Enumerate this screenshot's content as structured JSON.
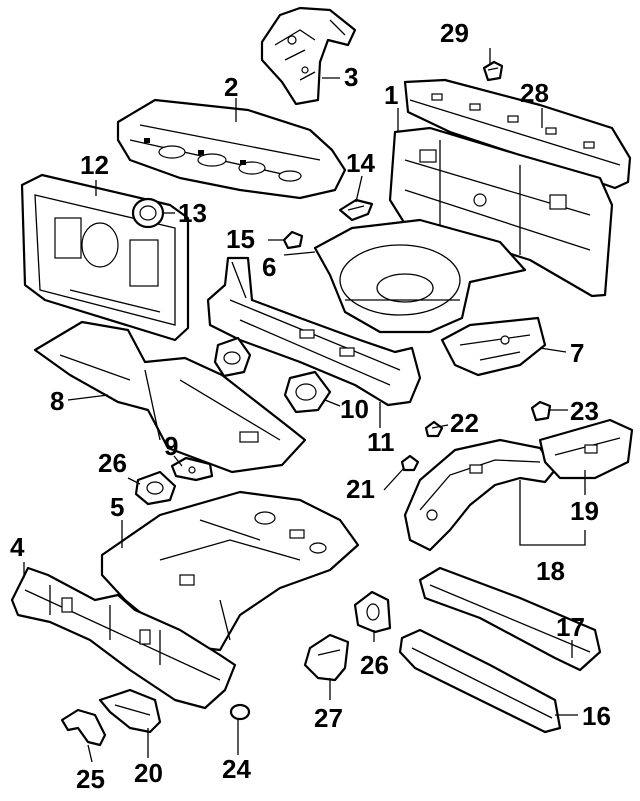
{
  "callouts": {
    "c1": "1",
    "c2": "2",
    "c3": "3",
    "c4": "4",
    "c5": "5",
    "c6": "6",
    "c7": "7",
    "c8": "8",
    "c9": "9",
    "c10": "10",
    "c11": "11",
    "c12": "12",
    "c13": "13",
    "c14": "14",
    "c15": "15",
    "c16": "16",
    "c17": "17",
    "c18": "18",
    "c19": "19",
    "c20": "20",
    "c21": "21",
    "c22": "22",
    "c23": "23",
    "c24": "24",
    "c25": "25",
    "c26a": "26",
    "c26b": "26",
    "c27": "27",
    "c28": "28",
    "c29": "29"
  },
  "colors": {
    "line": "#000000",
    "background": "#ffffff"
  }
}
